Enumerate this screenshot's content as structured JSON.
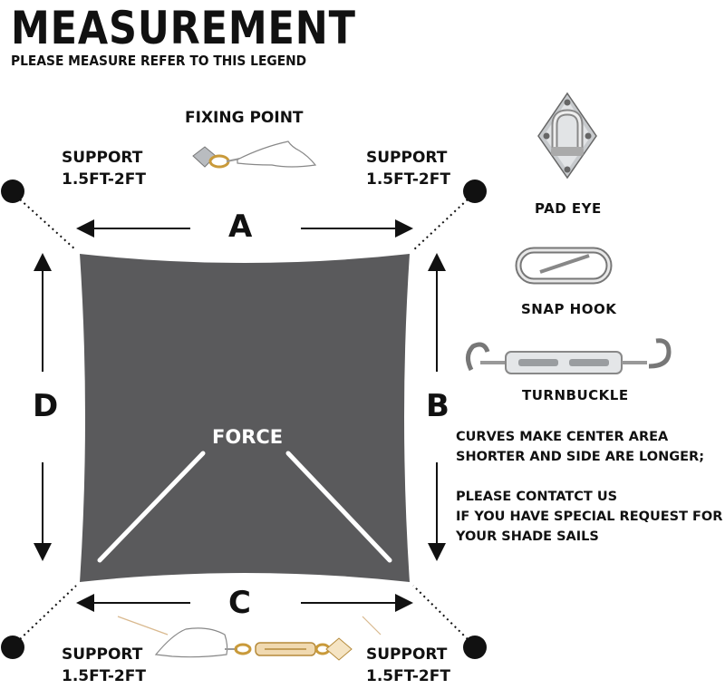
{
  "header": {
    "title": "MEASUREMENT",
    "subtitle": "PLEASE MEASURE REFER TO THIS LEGEND"
  },
  "diagram": {
    "fixing_point_label": "FIXING POINT",
    "support_tl": {
      "line1": "SUPPORT",
      "line2": "1.5FT-2FT"
    },
    "support_tr": {
      "line1": "SUPPORT",
      "line2": "1.5FT-2FT"
    },
    "support_bl": {
      "line1": "SUPPORT",
      "line2": "1.5FT-2FT"
    },
    "support_br": {
      "line1": "SUPPORT",
      "line2": "1.5FT-2FT"
    },
    "side_a": "A",
    "side_b": "B",
    "side_c": "C",
    "side_d": "D",
    "force_label": "FORCE",
    "sail_color": "#5a5a5c"
  },
  "hardware": {
    "pad_eye": "PAD EYE",
    "snap_hook": "SNAP HOOK",
    "turnbuckle": "TURNBUCKLE"
  },
  "notes": {
    "line1": "CURVES MAKE CENTER AREA",
    "line2": "SHORTER AND SIDE ARE LONGER;",
    "line3": "PLEASE CONTATCT US",
    "line4": "IF YOU HAVE SPECIAL REQUEST FOR",
    "line5": "YOUR SHADE SAILS"
  }
}
